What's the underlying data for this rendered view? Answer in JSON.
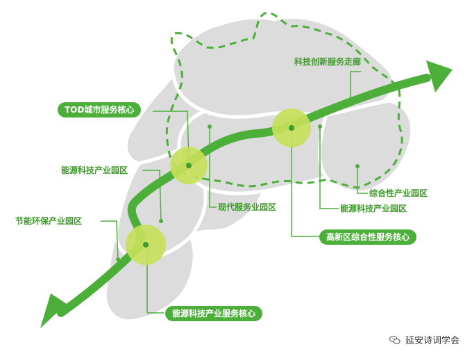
{
  "colors": {
    "district_fill": "#dcdcdc",
    "district_border": "#ffffff",
    "corridor_green": "#4caf3a",
    "label_green": "#3f9a2b",
    "core_circle": "#c6e05a",
    "core_dot": "#3f9a2b"
  },
  "labels": {
    "tech_corridor": "科技创新服务走廊",
    "tod_core": "TOD城市服务核心",
    "energy_park_left": "能源科技产业园区",
    "energy_saving_park": "节能环保产业园区",
    "modern_service_park": "现代服务业园区",
    "comprehensive_park": "综合性产业园区",
    "energy_park_right": "能源科技产业园区",
    "hitech_core": "高新区综合性服务核心",
    "energy_service_core": "能源科技产业服务核心"
  },
  "watermark": {
    "icon": "wechat-icon",
    "text": "延安诗词学会"
  }
}
